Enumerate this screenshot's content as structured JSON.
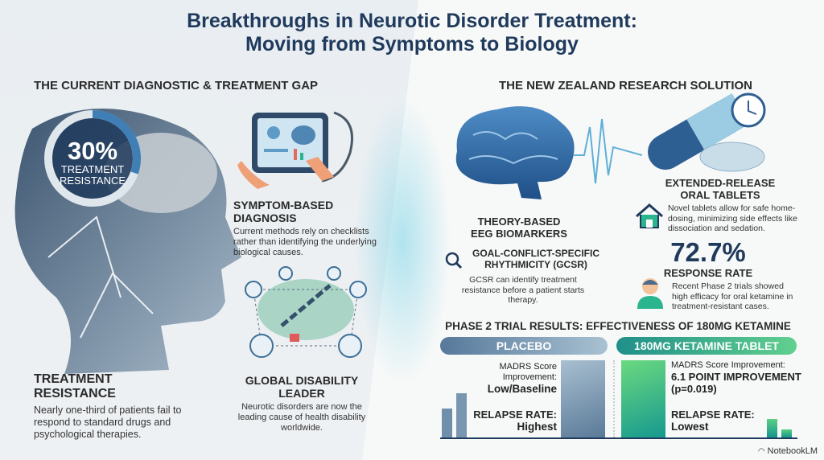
{
  "title": {
    "line1": "Breakthroughs in Neurotic Disorder Treatment:",
    "line2": "Moving from Symptoms to Biology"
  },
  "left": {
    "header": "THE CURRENT DIAGNOSTIC & TREATMENT GAP",
    "stat": {
      "value": "30%",
      "label1": "TREATMENT",
      "label2": "RESISTANCE",
      "fraction": 0.3
    },
    "treatment": {
      "title1": "TREATMENT",
      "title2": "RESISTANCE",
      "body": "Nearly one-third of patients fail to respond to standard drugs and psychological therapies."
    },
    "symptom": {
      "title1": "SYMPTOM-BASED",
      "title2": "DIAGNOSIS",
      "body": "Current methods rely on checklists rather than identifying the underlying biological causes."
    },
    "global": {
      "title1": "GLOBAL DISABILITY",
      "title2": "LEADER",
      "body": "Neurotic disorders are now the leading cause of health disability worldwide."
    }
  },
  "right": {
    "header": "THE NEW ZEALAND RESEARCH SOLUTION",
    "eeg": {
      "title1": "THEORY-BASED",
      "title2": "EEG BIOMARKERS",
      "sub1": "GOAL-CONFLICT-SPECIFIC",
      "sub2": "RHYTHMICITY (GCSR)",
      "body": "GCSR can identify treatment resistance before a patient starts therapy."
    },
    "tablets": {
      "title1": "EXTENDED-RELEASE",
      "title2": "ORAL TABLETS",
      "body": "Novel tablets allow for safe home-dosing, minimizing side effects like dissociation and sedation."
    },
    "response": {
      "value": "72.7%",
      "label": "RESPONSE RATE",
      "body": "Recent Phase 2 trials showed high efficacy for oral ketamine in treatment-resistant cases."
    }
  },
  "trial": {
    "header": "PHASE 2 TRIAL RESULTS: EFFECTIVENESS OF 180MG KETAMINE",
    "placebo": {
      "label": "PLACEBO",
      "madrs1": "MADRS Score",
      "madrs2": "Improvement:",
      "madrs_value": "Low/Baseline",
      "relapse_label": "RELAPSE RATE:",
      "relapse_value": "Highest"
    },
    "ketamine": {
      "label": "180MG KETAMINE TABLET",
      "madrs": "MADRS Score Improvement:",
      "madrs_value1": "6.1 POINT IMPROVEMENT",
      "madrs_value2": "(p=0.019)",
      "relapse_label": "RELAPSE RATE:",
      "relapse_value": "Lowest"
    }
  },
  "brand": "NotebookLM",
  "colors": {
    "navy": "#1f3a5c",
    "placebo": "#6f8faa",
    "ketamine": "#2bb58f"
  }
}
